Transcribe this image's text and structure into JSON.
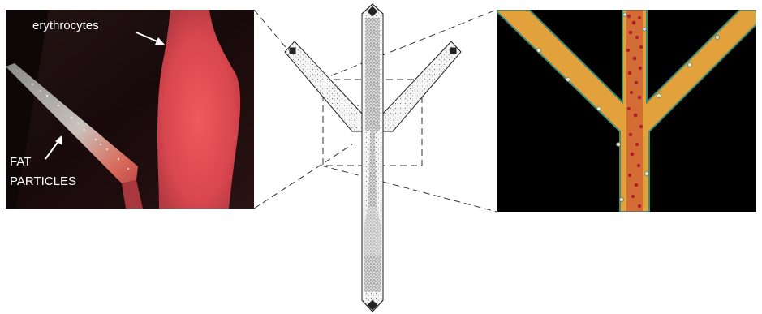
{
  "labels": {
    "erythrocytes": "erythrocytes",
    "fat_line1": "FAT",
    "fat_line2": "PARTICLES"
  },
  "colors": {
    "photo_background": "#1a0d0d",
    "blood_stream": "#e04a50",
    "sim_background": "#000000",
    "sim_channel": "#e3a13c",
    "sim_channel_edge": "#3f8a7a",
    "sim_cells": "#b01f2a",
    "schematic_stroke": "#222222",
    "dashes": "#333333"
  }
}
